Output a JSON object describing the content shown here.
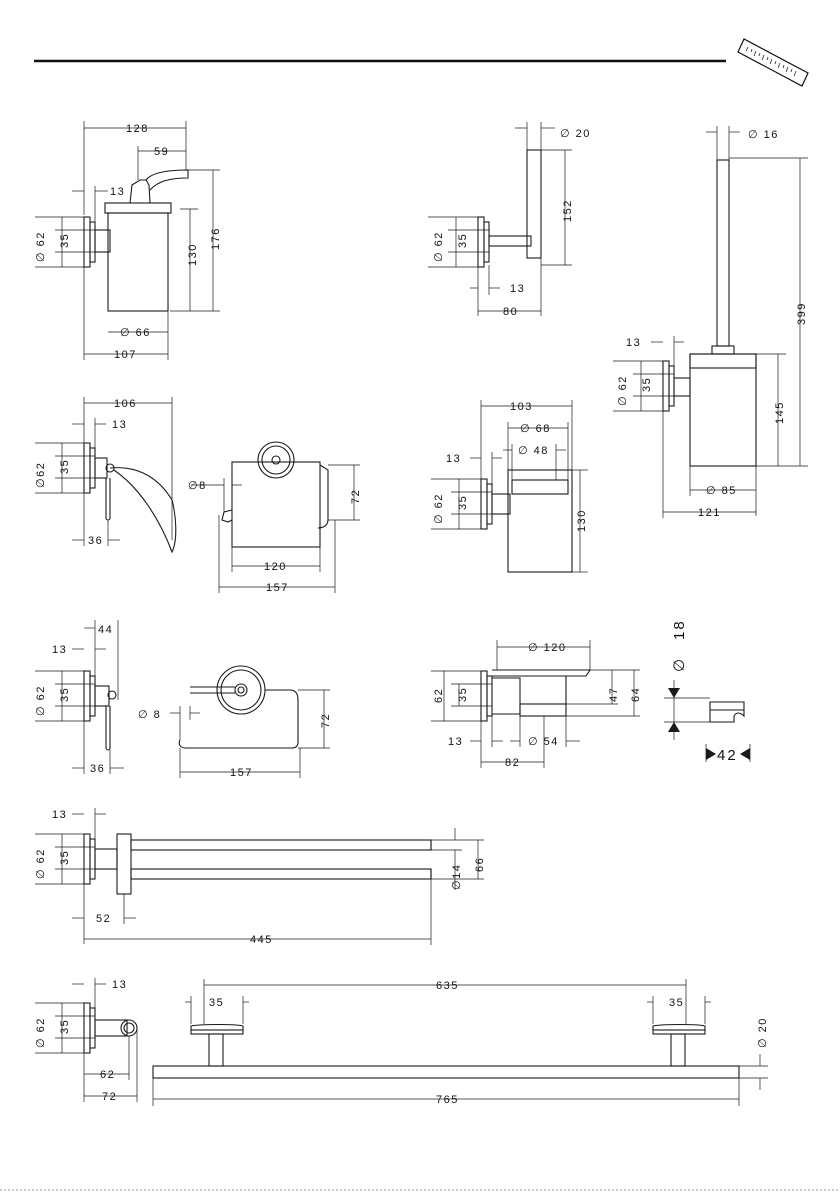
{
  "soap_dispenser": {
    "d128": "128",
    "d59": "59",
    "d13": "13",
    "d62": "62",
    "d35": "35",
    "d130": "130",
    "d176": "176",
    "d66": "66",
    "d107": "107"
  },
  "robe_hook": {
    "d20": "20",
    "d152": "152",
    "d62": "62",
    "d35": "35",
    "d13": "13",
    "d80": "80"
  },
  "brush_holder": {
    "d16": "16",
    "d399": "399",
    "d13": "13",
    "d62": "62",
    "d35": "35",
    "d145": "145",
    "d85": "85",
    "d121": "121"
  },
  "spare_roll_holder": {
    "d106": "106",
    "d13": "13",
    "d62": "62",
    "d35": "35",
    "d36": "36"
  },
  "roll_holder_cover": {
    "d8": "8",
    "d72": "72",
    "d120": "120",
    "d157": "157"
  },
  "tumbler": {
    "d103": "103",
    "d68": "68",
    "d48": "48",
    "d13": "13",
    "d62": "62",
    "d35": "35",
    "d130": "130"
  },
  "roll_holder_side": {
    "d13": "13",
    "d44": "44",
    "d62": "62",
    "d35": "35",
    "d36": "36"
  },
  "roll_holder": {
    "d8": "8",
    "d72": "72",
    "d157": "157"
  },
  "soap_dish": {
    "d120": "120",
    "d62": "62",
    "d35": "35",
    "d47": "47",
    "d64": "64",
    "d13": "13",
    "d54": "54",
    "d82": "82"
  },
  "shower_holder": {
    "d18": "18",
    "d42": "42"
  },
  "towel_holder_double": {
    "d13": "13",
    "d62": "62",
    "d35": "35",
    "d14": "14",
    "d66": "66",
    "d52": "52",
    "d445": "445"
  },
  "towel_bar": {
    "d13": "13",
    "d62": "62",
    "d35": "35",
    "d62b": "62",
    "d72": "72",
    "d635": "635",
    "d35a": "35",
    "d35b": "35",
    "d20": "20",
    "d765": "765"
  },
  "symbols": {
    "diameter": "∅"
  }
}
